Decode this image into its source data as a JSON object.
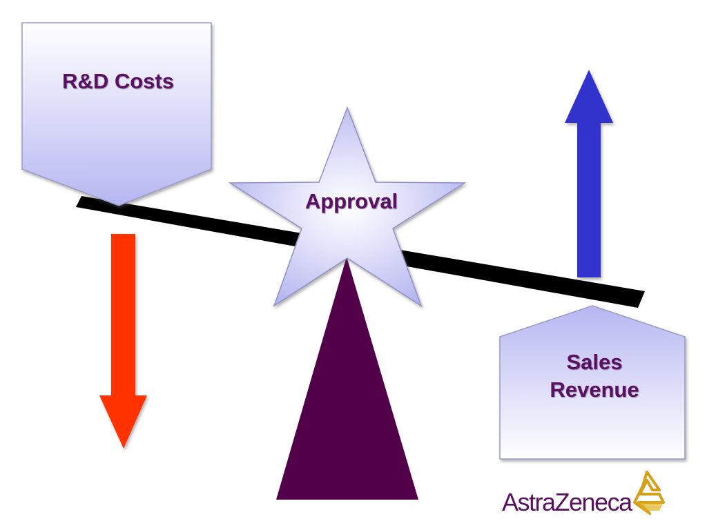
{
  "colors": {
    "text_purple": "#5a1060",
    "beam": "#000000",
    "fulcrum": "#520048",
    "down_arrow": "#ff3300",
    "up_arrow": "#3333cc",
    "box_fill_light": "#ffffff",
    "box_fill_dark": "#b7b7f2",
    "brand_text": "#5a1060",
    "brand_symbol": "#d4a017"
  },
  "boxes": {
    "rd_costs": {
      "label": "R&D Costs"
    },
    "sales_revenue": {
      "line1": "Sales",
      "line2": "Revenue"
    }
  },
  "star": {
    "label": "Approval"
  },
  "icons": {
    "down_arrow": "arrow-down-icon",
    "up_arrow": "arrow-up-icon",
    "fulcrum": "fulcrum-triangle",
    "beam": "balance-beam",
    "brand_symbol": "astrazeneca-symbol"
  },
  "brand": {
    "wordmark": "AstraZeneca"
  }
}
